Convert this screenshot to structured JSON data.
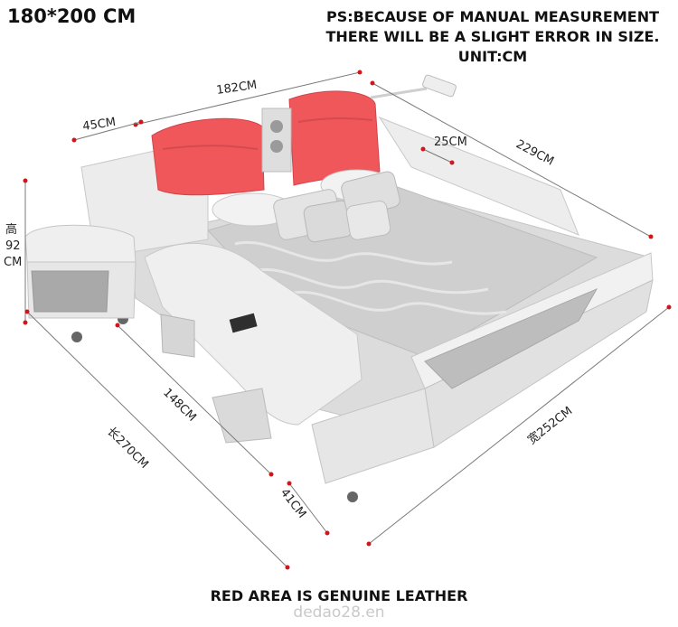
{
  "title": "180*200 CM",
  "note": {
    "line1": "PS:BECAUSE OF MANUAL MEASUREMENT",
    "line2": "THERE WILL BE A SLIGHT ERROR IN SIZE.",
    "line3": "UNIT:CM"
  },
  "dimensions": {
    "headboard_width": "182CM",
    "side_table_width": "45CM",
    "shelf_depth": "25CM",
    "side_length": "229CM",
    "height_top": "高",
    "height_value": "92",
    "height_unit": "CM",
    "sofa_length": "148CM",
    "total_length": "长270CM",
    "total_width": "宽252CM",
    "footboard_depth": "41CM"
  },
  "footer": "RED AREA IS GENUINE LEATHER",
  "watermark": "dedao28.en",
  "colors": {
    "leather_red": "#f0575b",
    "frame_white": "#e9e9e9",
    "dimension_line": "#7a7a7a",
    "dot_red": "#d0161b"
  }
}
